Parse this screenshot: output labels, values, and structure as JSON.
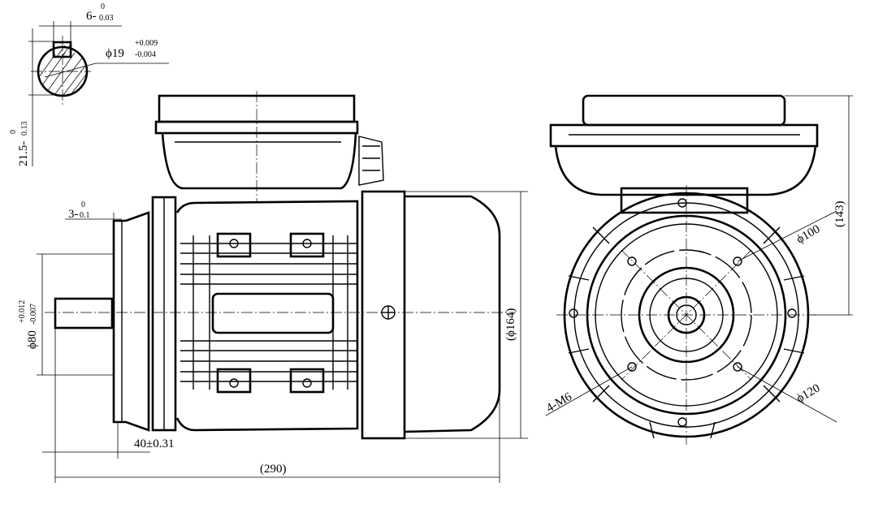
{
  "title": "Single-phase motor outline drawing",
  "dimensions": {
    "key_width": {
      "nominal": "6-",
      "upper": "0",
      "lower": "0.03"
    },
    "shaft_diameter": {
      "nominal": "ϕ19",
      "upper": "+0.009",
      "lower": "-0.004"
    },
    "key_height": {
      "nominal": "21.5-",
      "upper": "0",
      "lower": "0.13"
    },
    "flange_step": {
      "nominal": "3-",
      "upper": "0",
      "lower": "0.1"
    },
    "spigot_diameter": {
      "nominal": "ϕ80",
      "upper": "+0.012",
      "lower": "-0.007"
    },
    "shaft_length": "40±0.31",
    "overall_length": "(290)",
    "body_diameter": "(ϕ164)",
    "total_height": "(143)",
    "pcd_inner": "ϕ100",
    "pcd_outer": "ϕ120",
    "tapped_holes": "4-M6"
  }
}
